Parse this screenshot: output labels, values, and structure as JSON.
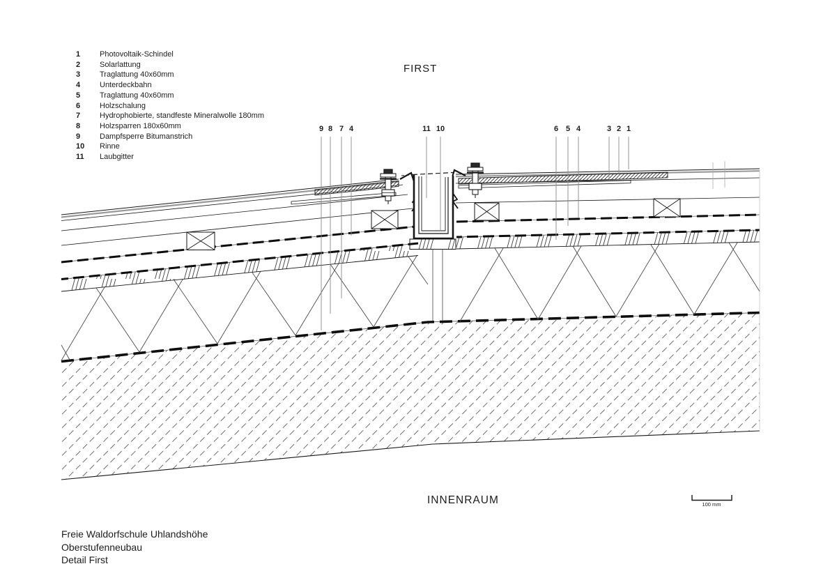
{
  "drawing_labels": {
    "top_label": "FIRST",
    "bottom_label": "INNENRAUM"
  },
  "legend": {
    "items": [
      {
        "num": "1",
        "label": "Photovoltaik-Schindel"
      },
      {
        "num": "2",
        "label": "Solarlattung"
      },
      {
        "num": "3",
        "label": "Traglattung 40x60mm"
      },
      {
        "num": "4",
        "label": "Unterdeckbahn"
      },
      {
        "num": "5",
        "label": "Traglattung 40x60mm"
      },
      {
        "num": "6",
        "label": "Holzschalung"
      },
      {
        "num": "7",
        "label": "Hydrophobierte, standfeste Mineralwolle 180mm"
      },
      {
        "num": "8",
        "label": "Holzsparren 180x60mm"
      },
      {
        "num": "9",
        "label": "Dampfsperre Bitumanstrich"
      },
      {
        "num": "10",
        "label": "Rinne"
      },
      {
        "num": "11",
        "label": "Laubgitter"
      }
    ]
  },
  "callouts": {
    "left_group": [
      "9",
      "8",
      "7",
      "4"
    ],
    "center_group": [
      "11",
      "10"
    ],
    "mid_right_group": [
      "6",
      "5",
      "4"
    ],
    "far_right_group": [
      "3",
      "2",
      "1"
    ]
  },
  "scale_bar": {
    "label": "100 mm"
  },
  "title_block": {
    "line1": "Freie Waldorfschule Uhlandshöhe",
    "line2": "Oberstufenneubau",
    "line3": "Detail First"
  },
  "colors": {
    "line": "#161616",
    "gray_line": "#9a9a9a",
    "background": "#ffffff"
  }
}
